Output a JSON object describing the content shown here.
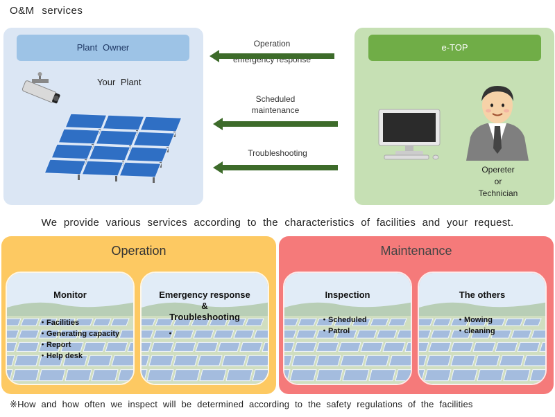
{
  "title": "O&M  services",
  "owner": {
    "header": "Plant  Owner",
    "plant_label": "Your  Plant"
  },
  "etop": {
    "header": "e-TOP",
    "operator_lines": [
      "Opereter",
      "or",
      "Technician"
    ]
  },
  "arrows": [
    {
      "lines": [
        "Operation",
        "emergency  response"
      ]
    },
    {
      "lines": [
        "Scheduled",
        "maintenance"
      ]
    },
    {
      "lines": [
        "Troubleshooting"
      ]
    }
  ],
  "statement": "We provide various services according to the characteristics of facilities and your request.",
  "sections": {
    "operation": {
      "title": "Operation",
      "cards": [
        {
          "title_lines": [
            "Monitor"
          ],
          "items": [
            "Facilities",
            "Generating capacity",
            "Report",
            "Help desk"
          ]
        },
        {
          "title_lines": [
            "Emergency response",
            "&",
            "Troubleshooting"
          ],
          "items": [
            ""
          ]
        }
      ]
    },
    "maintenance": {
      "title": "Maintenance",
      "cards": [
        {
          "title_lines": [
            "Inspection"
          ],
          "items": [
            "Scheduled",
            "Patrol"
          ]
        },
        {
          "title_lines": [
            "The others"
          ],
          "items": [
            "Mowing",
            "cleaning"
          ]
        }
      ]
    }
  },
  "footnote": "※How and how often we inspect will be determined according to the safety regulations of the facilities",
  "colors": {
    "arrow": "#3d6b2a",
    "owner_panel": "#dbe6f4",
    "etop_panel": "#c6e0b4",
    "operation_panel": "#fdc962",
    "maintenance_panel": "#f57a7a"
  }
}
